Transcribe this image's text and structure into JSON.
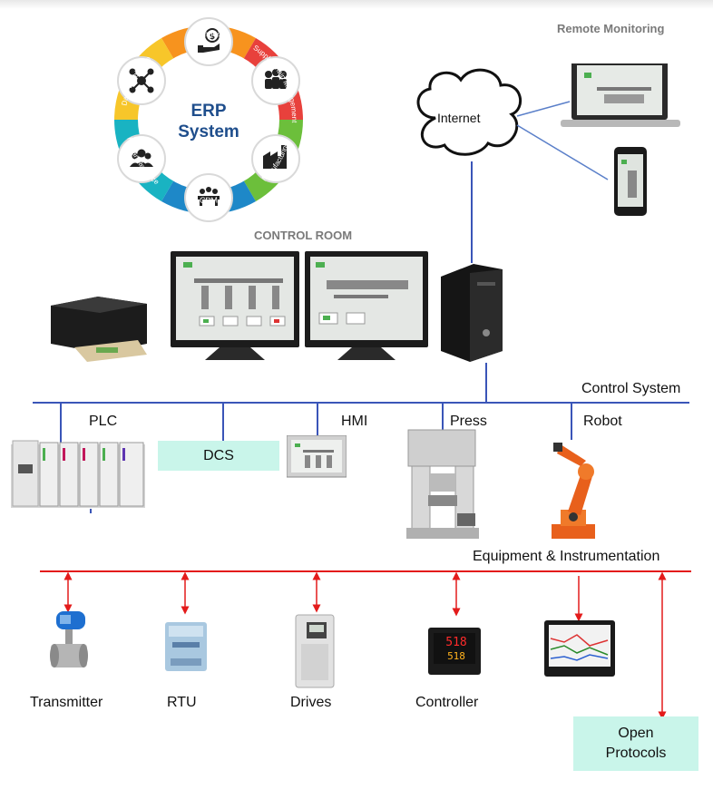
{
  "erp": {
    "title_line1": "ERP",
    "title_line2": "System",
    "segments": [
      "Financial",
      "Supply Chain Management",
      "Manufacturing",
      "CRM",
      "Human Resource",
      "Data Warehouse"
    ],
    "colors": {
      "financial": "#f7931e",
      "supply": "#e8413c",
      "manufacturing": "#6cbf3b",
      "crm": "#1e88c8",
      "hr": "#19b3c2",
      "warehouse": "#f7c62a",
      "title": "#1f4e8c"
    }
  },
  "remote": {
    "title": "Remote Monitoring",
    "cloud_label": "Internet"
  },
  "control_room": {
    "title": "CONTROL ROOM"
  },
  "buses": {
    "control_system": "Control System",
    "equipment": "Equipment & Instrumentation",
    "control_color": "#3a55b8",
    "field_color": "#e31b1b"
  },
  "control_nodes": [
    "PLC",
    "DCS",
    "HMI",
    "Press",
    "Robot"
  ],
  "field_devices": [
    "Transmitter",
    "RTU",
    "Drives",
    "Controller"
  ],
  "open_protocols": [
    "Open",
    "Protocols"
  ],
  "controller_display": [
    "518",
    "518"
  ]
}
